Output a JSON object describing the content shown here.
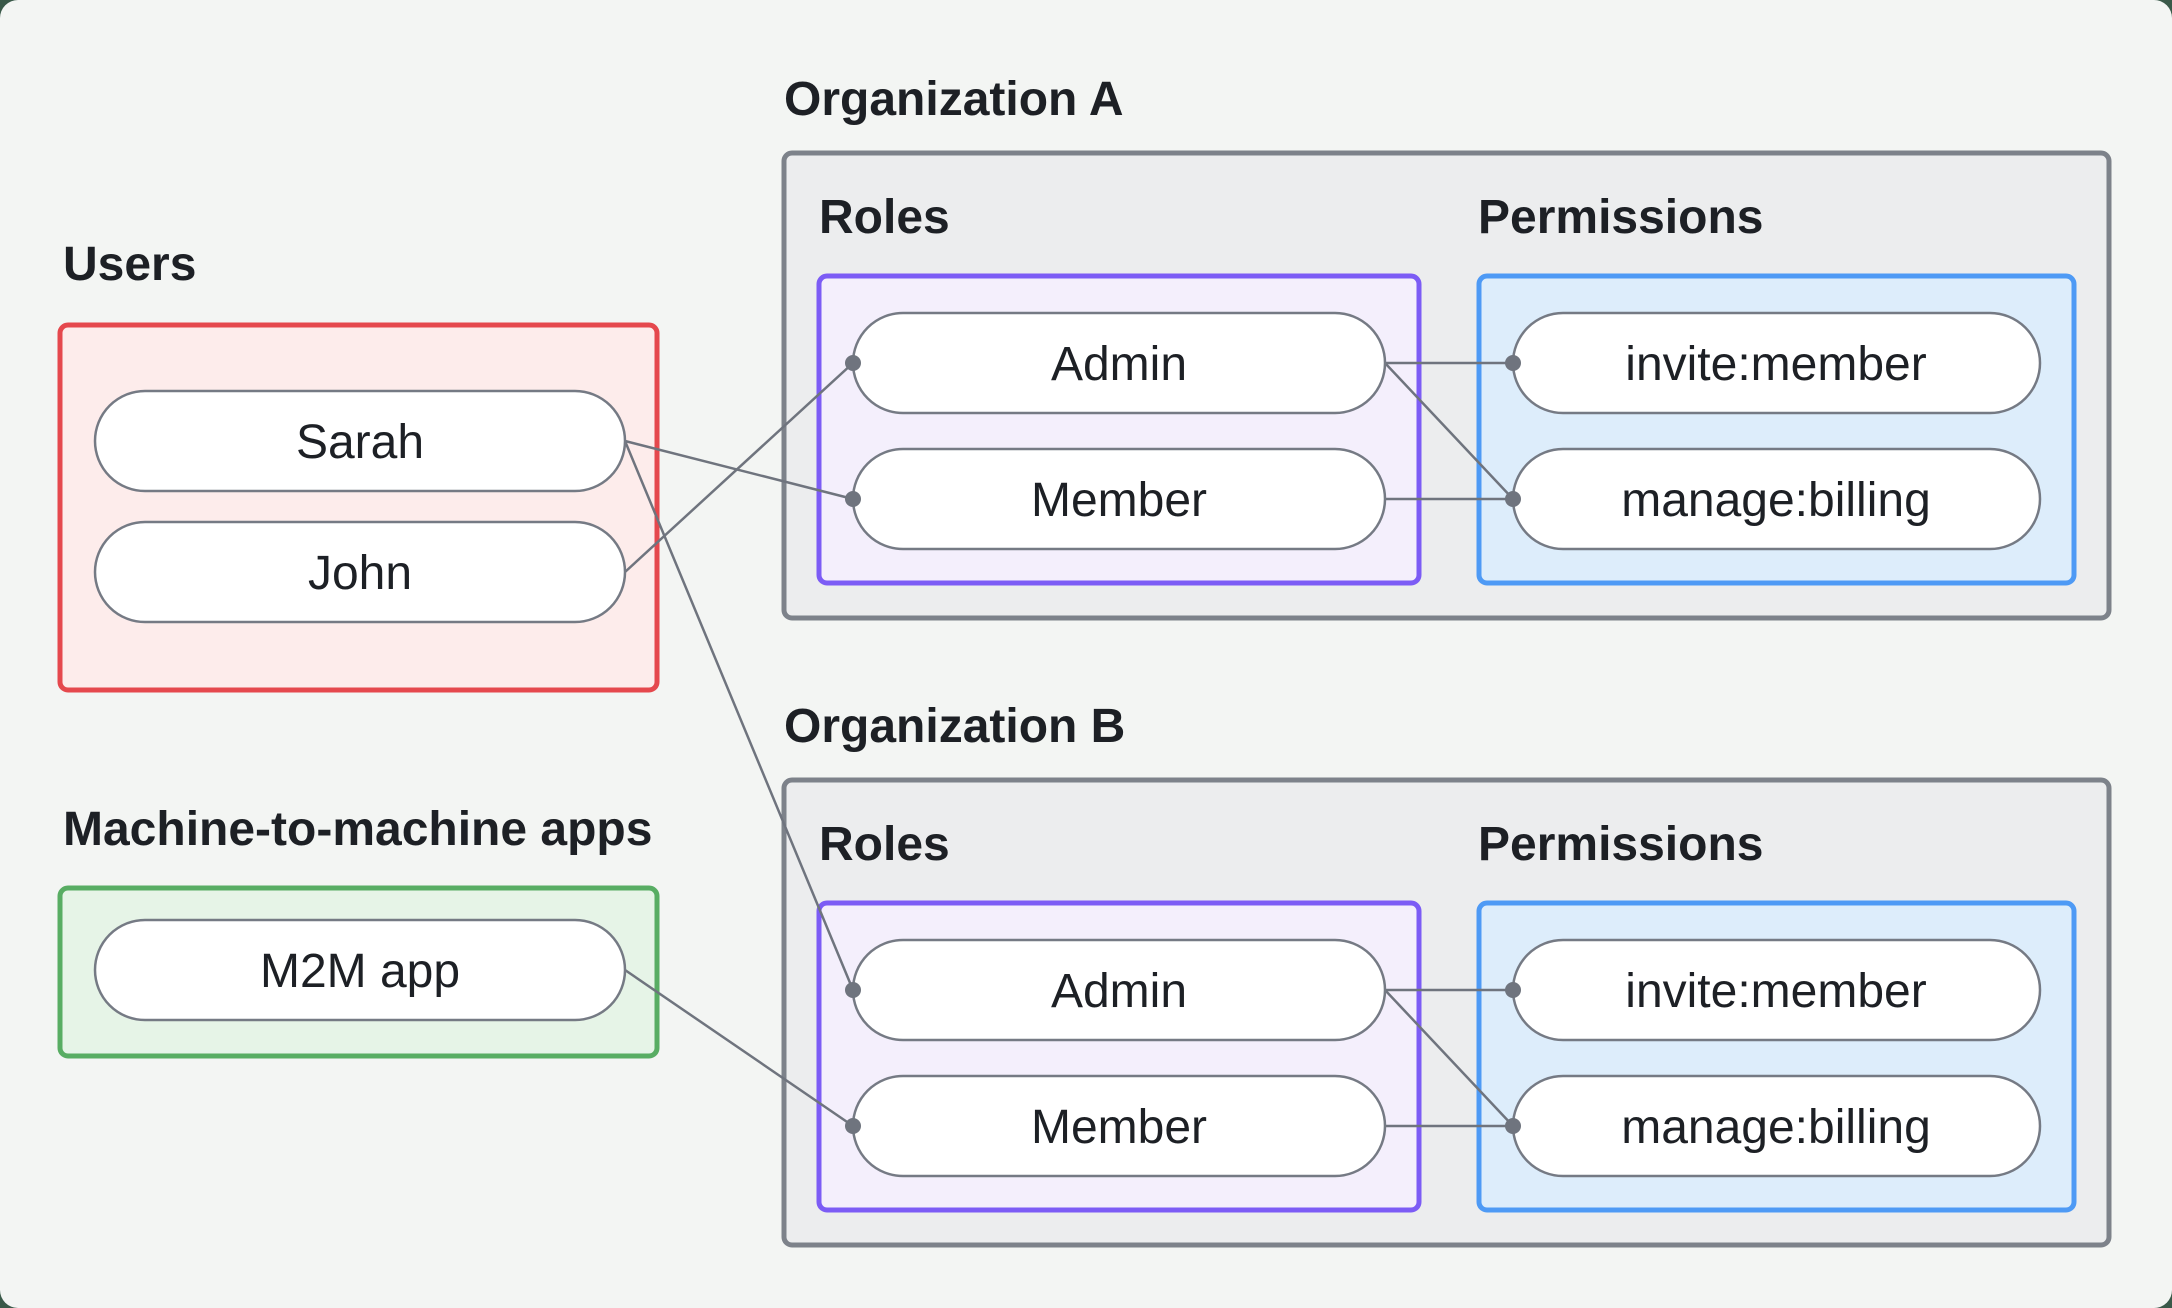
{
  "diagram": {
    "users": {
      "label": "Users",
      "items": [
        "Sarah",
        "John"
      ]
    },
    "m2m": {
      "label": "Machine-to-machine apps",
      "items": [
        "M2M app"
      ]
    },
    "orgs": [
      {
        "label": "Organization A",
        "roles_label": "Roles",
        "permissions_label": "Permissions",
        "roles": [
          "Admin",
          "Member"
        ],
        "permissions": [
          "invite:member",
          "manage:billing"
        ]
      },
      {
        "label": "Organization B",
        "roles_label": "Roles",
        "permissions_label": "Permissions",
        "roles": [
          "Admin",
          "Member"
        ],
        "permissions": [
          "invite:member",
          "manage:billing"
        ]
      }
    ],
    "connections": [
      {
        "from": "Sarah",
        "to": "Organization A / Member"
      },
      {
        "from": "John",
        "to": "Organization A / Admin"
      },
      {
        "from": "Sarah",
        "to": "Organization B / Admin"
      },
      {
        "from": "M2M app",
        "to": "Organization B / Member"
      },
      {
        "from": "Organization A / Admin",
        "to": "Organization A / invite:member"
      },
      {
        "from": "Organization A / Admin",
        "to": "Organization A / manage:billing"
      },
      {
        "from": "Organization A / Member",
        "to": "Organization A / manage:billing"
      },
      {
        "from": "Organization B / Admin",
        "to": "Organization B / invite:member"
      },
      {
        "from": "Organization B / Admin",
        "to": "Organization B / manage:billing"
      },
      {
        "from": "Organization B / Member",
        "to": "Organization B / manage:billing"
      }
    ]
  },
  "colors": {
    "page_bg": "#f3f5f3",
    "outer_bg": "#3a5949",
    "text": "#1d2025",
    "line": "#6f747e",
    "pill_border": "#757a84",
    "pill_fill": "#ffffff",
    "users_border": "#e5484d",
    "users_fill": "#fdeceb",
    "m2m_border": "#58ad63",
    "m2m_fill": "#e6f4e7",
    "org_border": "#7d828a",
    "org_fill": "#ecedee",
    "roles_border": "#7c5cf5",
    "roles_fill": "#f4effc",
    "perms_border": "#4e9af5",
    "perms_fill": "#ddedfb"
  }
}
